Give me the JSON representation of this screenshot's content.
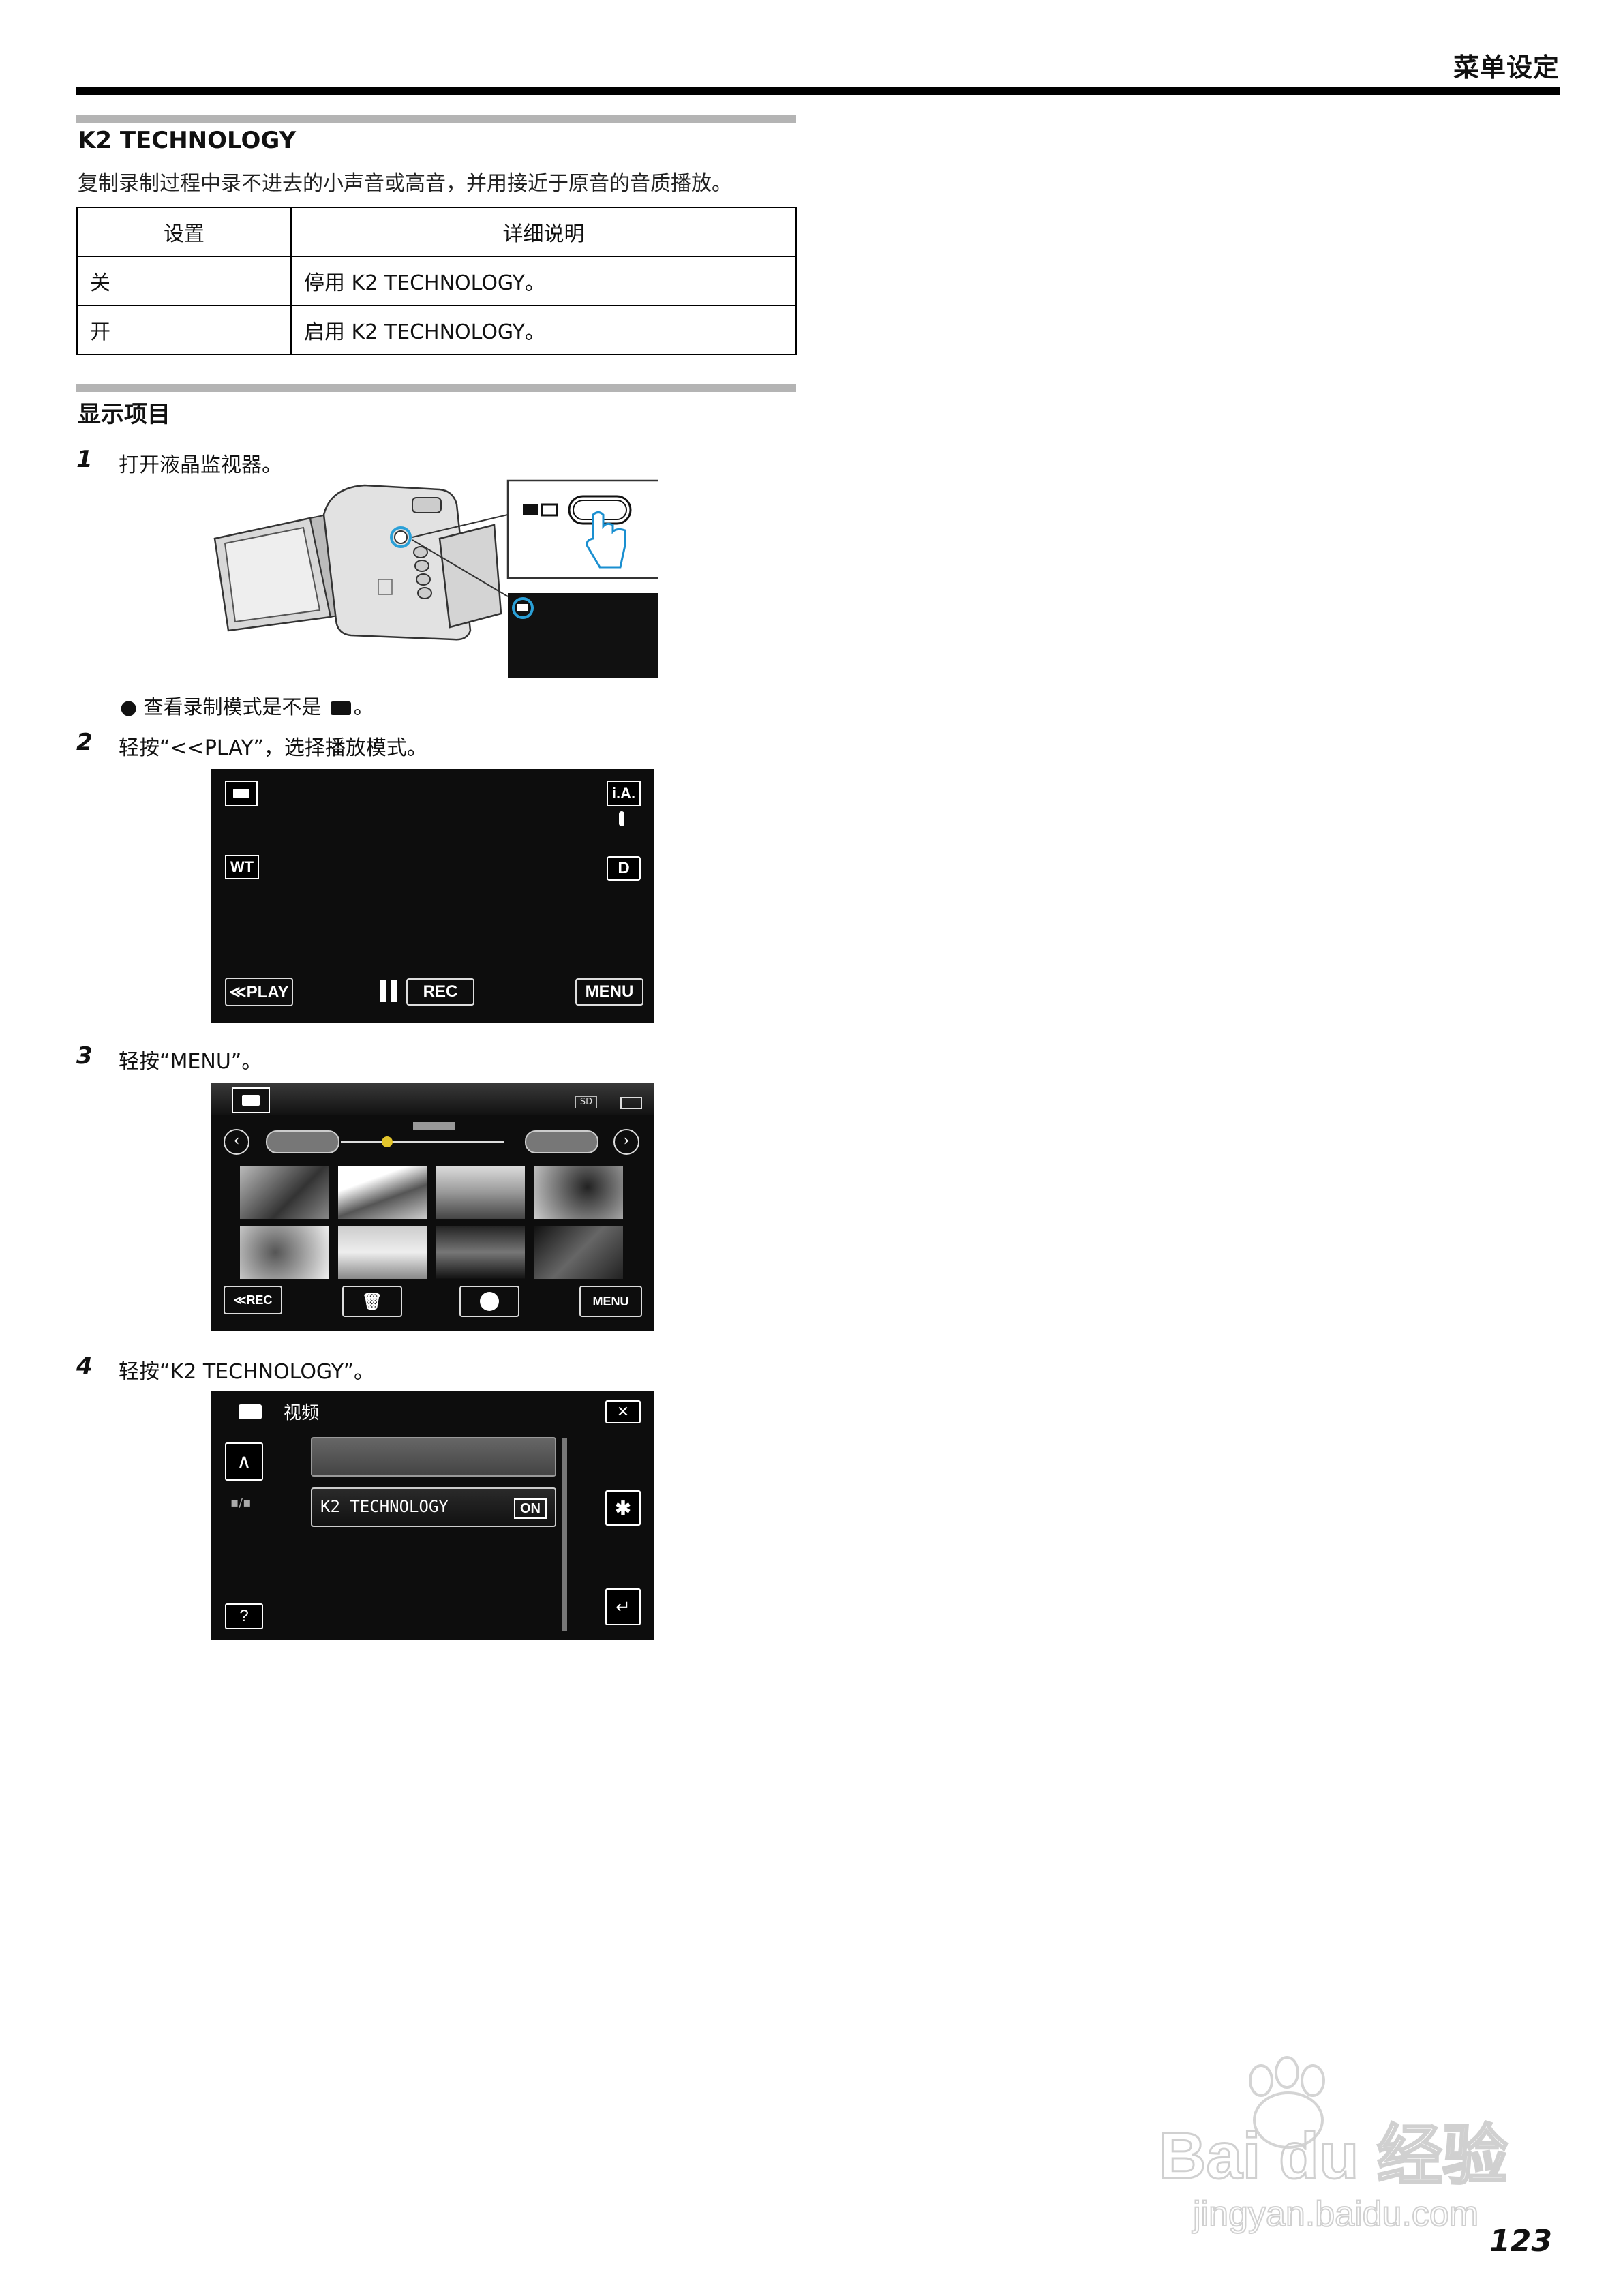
{
  "header": {
    "title": "菜单设定"
  },
  "section1": {
    "title": "K2 TECHNOLOGY",
    "description": "复制录制过程中录不进去的小声音或高音，并用接近于原音的音质播放。",
    "table": {
      "headers": [
        "设置",
        "详细说明"
      ],
      "rows": [
        [
          "关",
          "停用 K2 TECHNOLOGY。"
        ],
        [
          "开",
          "启用 K2 TECHNOLOGY。"
        ]
      ]
    }
  },
  "section2": {
    "title": "显示项目"
  },
  "steps": [
    {
      "num": "1",
      "text": "打开液晶监视器。"
    },
    {
      "num": "2",
      "text": "轻按“<<PLAY”，选择播放模式。"
    },
    {
      "num": "3",
      "text": "轻按“MENU”。"
    },
    {
      "num": "4",
      "text": "轻按“K2 TECHNOLOGY”。"
    }
  ],
  "bullet": "查看录制模式是不是",
  "bullet_end": "。",
  "screen2": {
    "ia": "i.A.",
    "wt": "WT",
    "d": "D",
    "play": "≪PLAY",
    "rec": "REC",
    "menu": "MENU"
  },
  "screen3": {
    "sd": "SD",
    "rec": "≪REC",
    "menu": "MENU"
  },
  "screen4": {
    "title": "视频",
    "item": "K2 TECHNOLOGY",
    "on": "ON",
    "help": "?",
    "toggle_label": "▪/▪"
  },
  "watermark": {
    "line1": "Bai du 经验",
    "line2": "jingyan.baidu.com"
  },
  "page_number": "123"
}
